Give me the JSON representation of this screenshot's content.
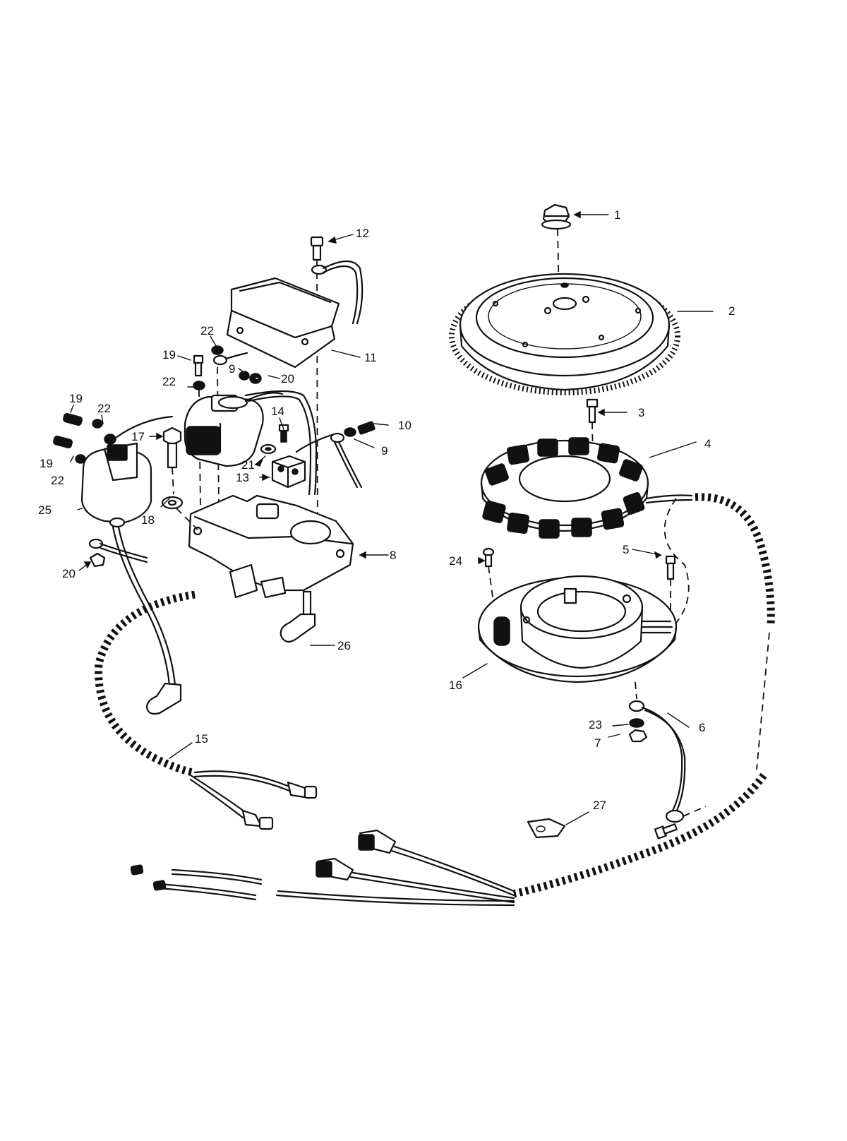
{
  "callouts": [
    {
      "id": "1",
      "text": "1"
    },
    {
      "id": "2",
      "text": "2"
    },
    {
      "id": "3",
      "text": "3"
    },
    {
      "id": "4",
      "text": "4"
    },
    {
      "id": "5",
      "text": "5"
    },
    {
      "id": "6",
      "text": "6"
    },
    {
      "id": "7",
      "text": "7"
    },
    {
      "id": "8",
      "text": "8"
    },
    {
      "id": "9a",
      "text": "9"
    },
    {
      "id": "9b",
      "text": "9"
    },
    {
      "id": "10",
      "text": "10"
    },
    {
      "id": "11",
      "text": "11"
    },
    {
      "id": "12",
      "text": "12"
    },
    {
      "id": "13",
      "text": "13"
    },
    {
      "id": "14",
      "text": "14"
    },
    {
      "id": "15",
      "text": "15"
    },
    {
      "id": "16",
      "text": "16"
    },
    {
      "id": "17",
      "text": "17"
    },
    {
      "id": "18",
      "text": "18"
    },
    {
      "id": "19a",
      "text": "19"
    },
    {
      "id": "19b",
      "text": "19"
    },
    {
      "id": "19c",
      "text": "19"
    },
    {
      "id": "20a",
      "text": "20"
    },
    {
      "id": "20b",
      "text": "20"
    },
    {
      "id": "21",
      "text": "21"
    },
    {
      "id": "22a",
      "text": "22"
    },
    {
      "id": "22b",
      "text": "22"
    },
    {
      "id": "22c",
      "text": "22"
    },
    {
      "id": "22d",
      "text": "22"
    },
    {
      "id": "23",
      "text": "23"
    },
    {
      "id": "24",
      "text": "24"
    },
    {
      "id": "25",
      "text": "25"
    },
    {
      "id": "26",
      "text": "26"
    },
    {
      "id": "27",
      "text": "27"
    }
  ]
}
